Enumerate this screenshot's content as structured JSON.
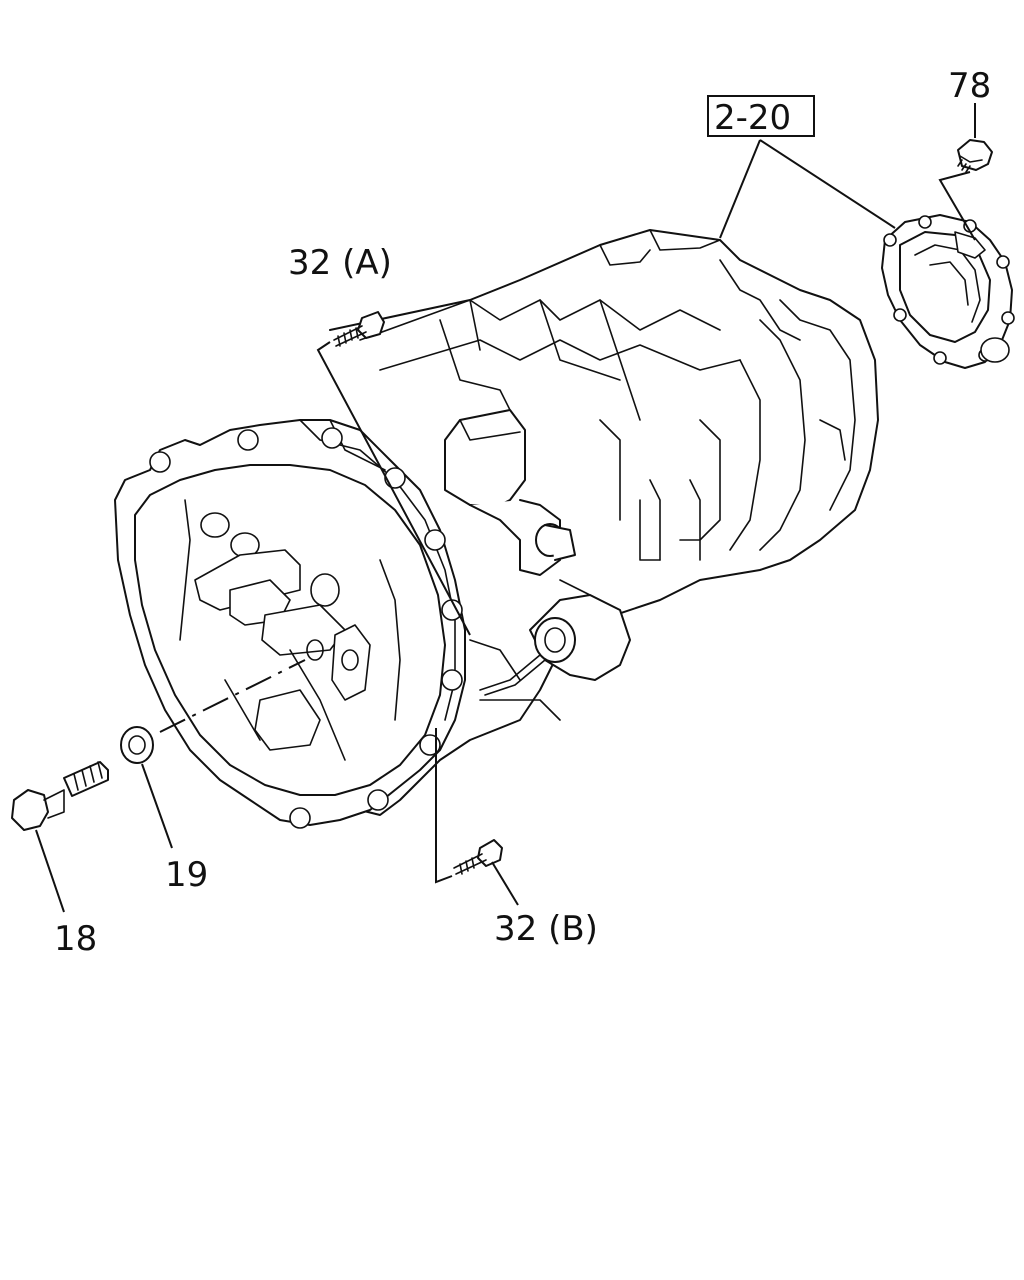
{
  "callouts": {
    "part_78": "78",
    "assembly_ref": "2-20",
    "part_32a": "32 (A)",
    "part_32b": "32 (B)",
    "part_19": "19",
    "part_18": "18"
  }
}
